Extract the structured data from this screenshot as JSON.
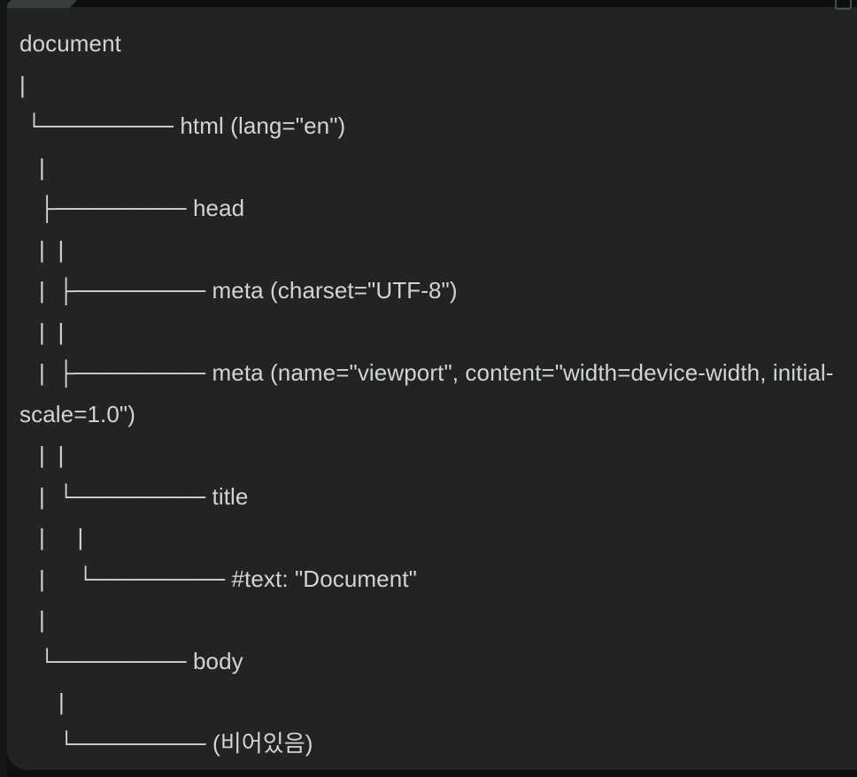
{
  "window": {
    "background_color": "#0e1010",
    "card_color": "#212423",
    "gutter_color": "#161818",
    "text_color": "#d2d4d2",
    "tab_color": "#3a3d3d"
  },
  "chrome": {
    "top_tab_label": "",
    "corner_icon": "cut-off-glyph"
  },
  "tree": {
    "root_label": "document",
    "nodes": [
      {
        "indent": 0,
        "branch": "",
        "label": "document"
      },
      {
        "indent": 1,
        "branch": "└──────── ",
        "label": "html (lang=\"en\")"
      },
      {
        "indent": 2,
        "branch": "├──────── ",
        "label": "head"
      },
      {
        "indent": 3,
        "branch": "├──────── ",
        "label": "meta (charset=\"UTF-8\")"
      },
      {
        "indent": 3,
        "branch": "├──────── ",
        "label": "meta (name=\"viewport\", content=\"width=device-width, initial-scale=1.0\")"
      },
      {
        "indent": 3,
        "branch": "└──────── ",
        "label": "title"
      },
      {
        "indent": 4,
        "branch": "└──────── ",
        "label": "#text: \"Document\""
      },
      {
        "indent": 2,
        "branch": "└──────── ",
        "label": "body"
      },
      {
        "indent": 3,
        "branch": "└──────── ",
        "label": "(비어있음)"
      }
    ],
    "rendered": "document\n|\n └──────── html (lang=\"en\")\n   |\n   ├──────── head\n   |  |\n   |  ├──────── meta (charset=\"UTF-8\")\n   |  |\n   |  ├──────── meta (name=\"viewport\", content=\"width=device-width, initial-scale=1.0\")\n   |  |\n   |  └──────── title\n   |     |\n   |     └──────── #text: \"Document\"\n   |\n   └──────── body\n      |\n      └──────── (비어있음)"
  }
}
